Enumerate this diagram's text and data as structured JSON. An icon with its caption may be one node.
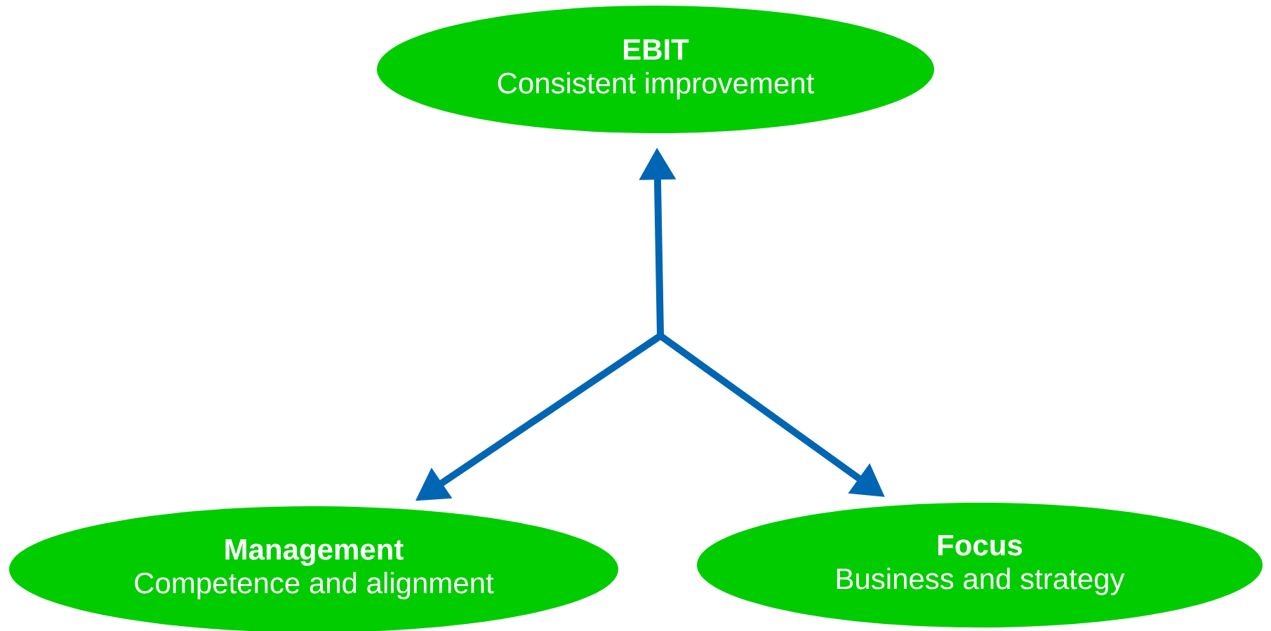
{
  "diagram": {
    "nodes": [
      {
        "text": [
          "EBIT",
          "Consistent improvement"
        ]
      },
      {
        "text": [
          "Management",
          "Competence and alignment"
        ]
      },
      {
        "text": [
          "Focus",
          "Business and strategy"
        ]
      }
    ],
    "edges": [
      {
        "from": null,
        "to": 0,
        "arrow": "to"
      },
      {
        "from": null,
        "to": 1,
        "arrow": "to"
      },
      {
        "from": null,
        "to": 2,
        "arrow": "to"
      }
    ]
  }
}
